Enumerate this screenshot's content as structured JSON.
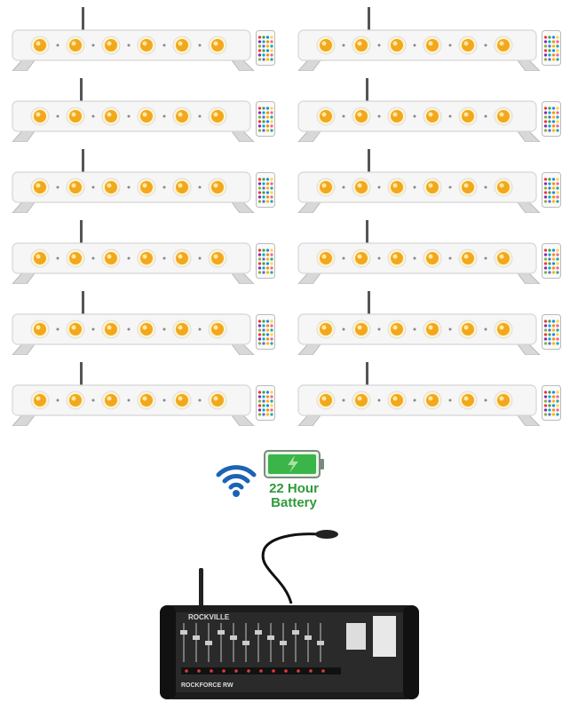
{
  "product": {
    "battery_line1": "22 Hour",
    "battery_line2": "Battery",
    "console_brand": "ROCKVILLE",
    "console_model": "ROCKFORCE RW"
  },
  "fixtures": {
    "count": 12,
    "leds_per_bar": 6,
    "led_color": "#f2a81d",
    "body_color": "#f6f6f6"
  },
  "colors": {
    "wifi": "#1c63b6",
    "battery_fill": "#3bb44a",
    "text_green": "#2f9a3a",
    "console": "#1c1c1c"
  }
}
